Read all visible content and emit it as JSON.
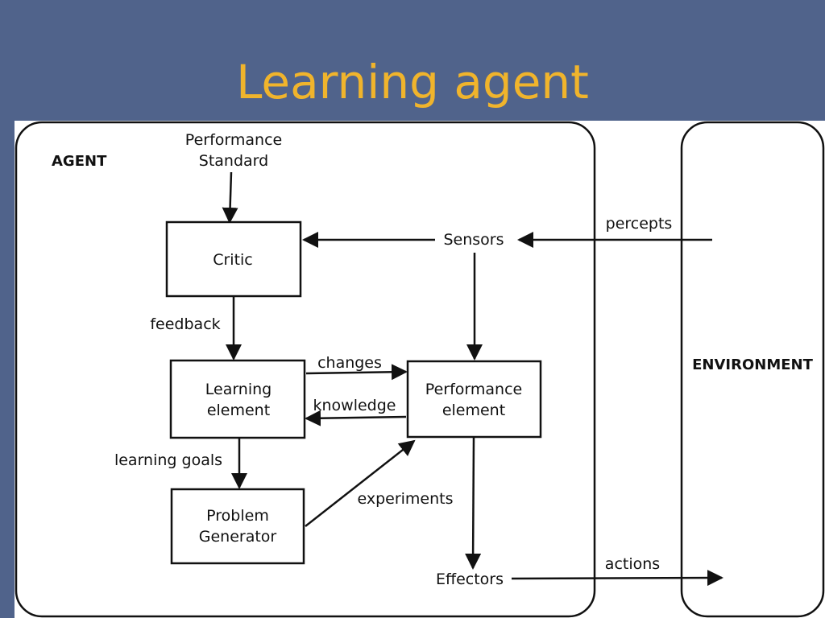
{
  "slide": {
    "title": "Learning agent"
  },
  "diagram": {
    "agent_label": "AGENT",
    "environment_label": "ENVIRONMENT",
    "performance_standard": [
      "Performance",
      "Standard"
    ],
    "nodes": {
      "critic": "Critic",
      "learning_element": [
        "Learning",
        "element"
      ],
      "performance_element": [
        "Performance",
        "element"
      ],
      "problem_generator": [
        "Problem",
        "Generator"
      ],
      "sensors": "Sensors",
      "effectors": "Effectors"
    },
    "edges": {
      "feedback": "feedback",
      "changes": "changes",
      "knowledge": "knowledge",
      "learning_goals": "learning goals",
      "experiments": "experiments",
      "percepts": "percepts",
      "actions": "actions"
    }
  },
  "colors": {
    "background": "#50638b",
    "title": "#f0b42c",
    "canvas": "#ffffff",
    "stroke": "#111111"
  }
}
